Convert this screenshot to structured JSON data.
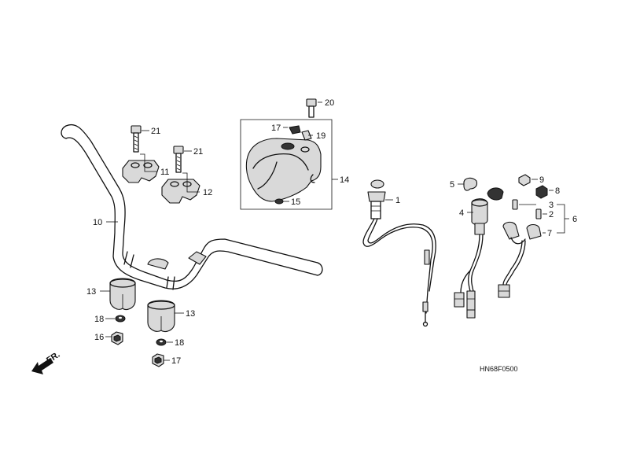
{
  "diagram": {
    "code": "HN68F0500",
    "direction": "FR.",
    "callouts": [
      "1",
      "2",
      "3",
      "4",
      "5",
      "6",
      "7",
      "8",
      "9",
      "10",
      "11",
      "12",
      "13",
      "13",
      "14",
      "15",
      "16",
      "17",
      "17",
      "18",
      "18",
      "19",
      "20",
      "21",
      "21"
    ]
  }
}
